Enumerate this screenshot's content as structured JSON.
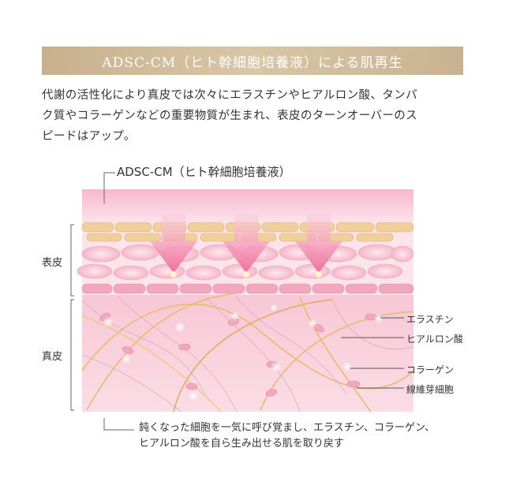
{
  "header": {
    "title": "ADSC-CM（ヒト幹細胞培養液）による肌再生"
  },
  "intro": {
    "lines": [
      "代謝の活性化により真皮では次々にエラスチンやヒアルロン酸、タンパ",
      "ク質やコラーゲンなどの重要物質が生まれ、表皮のターンオーバーのス",
      "ピードはアップ。"
    ]
  },
  "diagram": {
    "top_label": "ADSC-CM（ヒト幹細胞培養液）",
    "layers": [
      "表皮",
      "真皮"
    ],
    "callouts": [
      "エラスチン",
      "ヒアルロン酸",
      "コラーゲン",
      "線維芽細胞"
    ],
    "note_lines": [
      "鈍くなった細胞を一気に呼び覚まし、エラスチン、コラーゲン、",
      "ヒアルロン酸を自ら生み出せる肌を取り戻す"
    ],
    "colors": {
      "skin": "#f6c6d3",
      "epidermis": "#f2d3a3",
      "arrow": "#f07aa3",
      "fiber": "#e6b867"
    }
  }
}
